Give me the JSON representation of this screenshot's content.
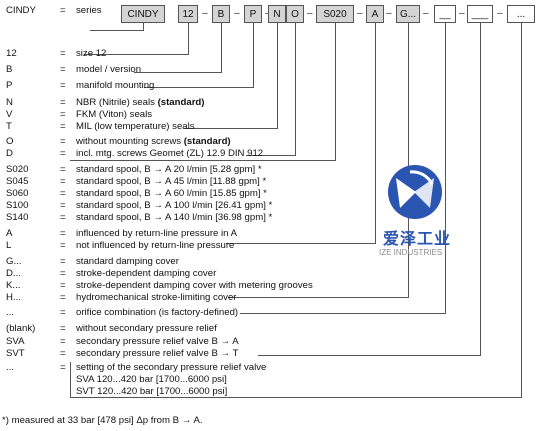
{
  "code_boxes": [
    "CINDY",
    "12",
    "B",
    "P",
    "N",
    "O",
    "S020",
    "A",
    "G...",
    "__",
    "___",
    "..."
  ],
  "separator": "–",
  "rows": [
    {
      "code": "CINDY",
      "eq": "=",
      "desc": "series"
    },
    {
      "code": "12",
      "eq": "=",
      "desc": "size 12"
    },
    {
      "code": "B",
      "eq": "=",
      "desc": "model / version"
    },
    {
      "code": "P",
      "eq": "=",
      "desc": "manifold mounting"
    },
    {
      "code": "N",
      "eq": "=",
      "desc": "NBR (Nitrile) seals",
      "bold": "(standard)"
    },
    {
      "code": "V",
      "eq": "=",
      "desc": "FKM (Viton) seals"
    },
    {
      "code": "T",
      "eq": "=",
      "desc": "MIL (low temperature) seals"
    },
    {
      "code": "O",
      "eq": "=",
      "desc": "without mounting screws",
      "bold": "(standard)"
    },
    {
      "code": "D",
      "eq": "=",
      "desc": "incl. mtg. screws Geomet (ZL) 12.9 DIN 912"
    },
    {
      "code": "S020",
      "eq": "=",
      "desc": "standard spool, B → A  20 l/min [5.28 gpm] *"
    },
    {
      "code": "S045",
      "eq": "=",
      "desc": "standard spool, B → A  45 l/min [11.88 gpm] *"
    },
    {
      "code": "S060",
      "eq": "=",
      "desc": "standard spool, B → A  60 l/min [15.85 gpm] *"
    },
    {
      "code": "S100",
      "eq": "=",
      "desc": "standard spool, B → A  100 l/min [26.41 gpm] *"
    },
    {
      "code": "S140",
      "eq": "=",
      "desc": "standard spool, B → A  140 l/min [36.98 gpm] *"
    },
    {
      "code": "A",
      "eq": "=",
      "desc": "influenced by return-line pressure in A"
    },
    {
      "code": "L",
      "eq": "=",
      "desc": "not influenced by return-line pressure"
    },
    {
      "code": "G...",
      "eq": "=",
      "desc": "standard damping cover"
    },
    {
      "code": "D...",
      "eq": "=",
      "desc": "stroke-dependent damping cover"
    },
    {
      "code": "K...",
      "eq": "=",
      "desc": "stroke-dependent damping cover with metering grooves"
    },
    {
      "code": "H...",
      "eq": "=",
      "desc": "hydromechanical stroke-limiting cover"
    },
    {
      "code": "...",
      "eq": "=",
      "desc": "orifice combination (is factory-defined)"
    },
    {
      "code": "(blank)",
      "eq": "=",
      "desc": "without secondary pressure relief"
    },
    {
      "code": "SVA",
      "eq": "=",
      "desc": "secondary pressure relief valve B → A"
    },
    {
      "code": "SVT",
      "eq": "=",
      "desc": "secondary pressure relief valve B → T"
    },
    {
      "code": "...",
      "eq": "=",
      "desc": "setting of the secondary pressure relief valve"
    },
    {
      "code": "",
      "eq": "",
      "desc": "SVA 120...420 bar [1700...6000 psi]"
    },
    {
      "code": "",
      "eq": "",
      "desc": "SVT 120...420 bar [1700...6000 psi]"
    }
  ],
  "logo": {
    "name_cn": "爱泽工业",
    "name_en": "IZE INDUSTRIES",
    "color": "#2a55b0"
  },
  "footnote": "*) measured at 33 bar [478 psi] Δp from B → A."
}
